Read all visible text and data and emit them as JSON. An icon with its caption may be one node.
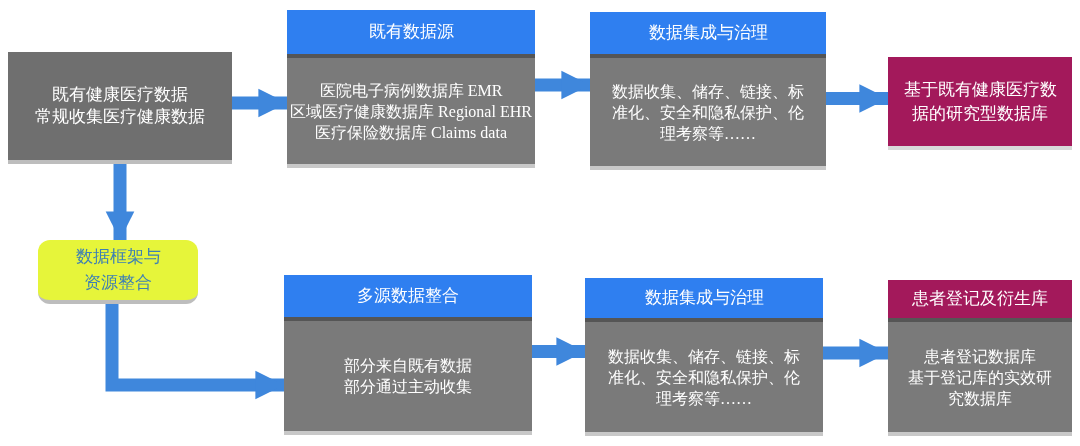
{
  "diagram": {
    "nodes": [
      {
        "text": [
          "既有健康医疗数据",
          "常规收集医疗健康数据"
        ]
      },
      {
        "text": [
          "既有数据源",
          "医院电子病例数据库  EMR",
          "区域医疗健康数据库 Regional EHR",
          "医疗保险数据库  Claims data"
        ]
      },
      {
        "text": [
          "数据集成与治理",
          "数据收集、储存、链接、标准化、安全和隐私保护、伦理考察等……"
        ]
      },
      {
        "text": [
          "基于既有健康医疗数据的研究型数据库"
        ]
      },
      {
        "text": [
          "数据框架与资源整合"
        ]
      },
      {
        "text": [
          "多源数据整合",
          "部分来自既有数据",
          "部分通过主动收集"
        ]
      },
      {
        "text": [
          "数据集成与治理",
          "数据收集、储存、链接、标准化、安全和隐私保护、伦理考察等……"
        ]
      },
      {
        "text": [
          "患者登记及衍生库",
          "患者登记数据库",
          "基于登记库的实效研究数据库"
        ]
      }
    ],
    "edges": [
      {
        "from": 0,
        "to": 1,
        "arrow": "to"
      },
      {
        "from": 1,
        "to": 2,
        "arrow": "to"
      },
      {
        "from": 2,
        "to": 3,
        "arrow": "to"
      },
      {
        "from": 0,
        "to": 4,
        "arrow": "to"
      },
      {
        "from": 4,
        "to": 5,
        "arrow": "to"
      },
      {
        "from": 5,
        "to": 6,
        "arrow": "to"
      },
      {
        "from": 6,
        "to": 7,
        "arrow": "to"
      }
    ]
  }
}
